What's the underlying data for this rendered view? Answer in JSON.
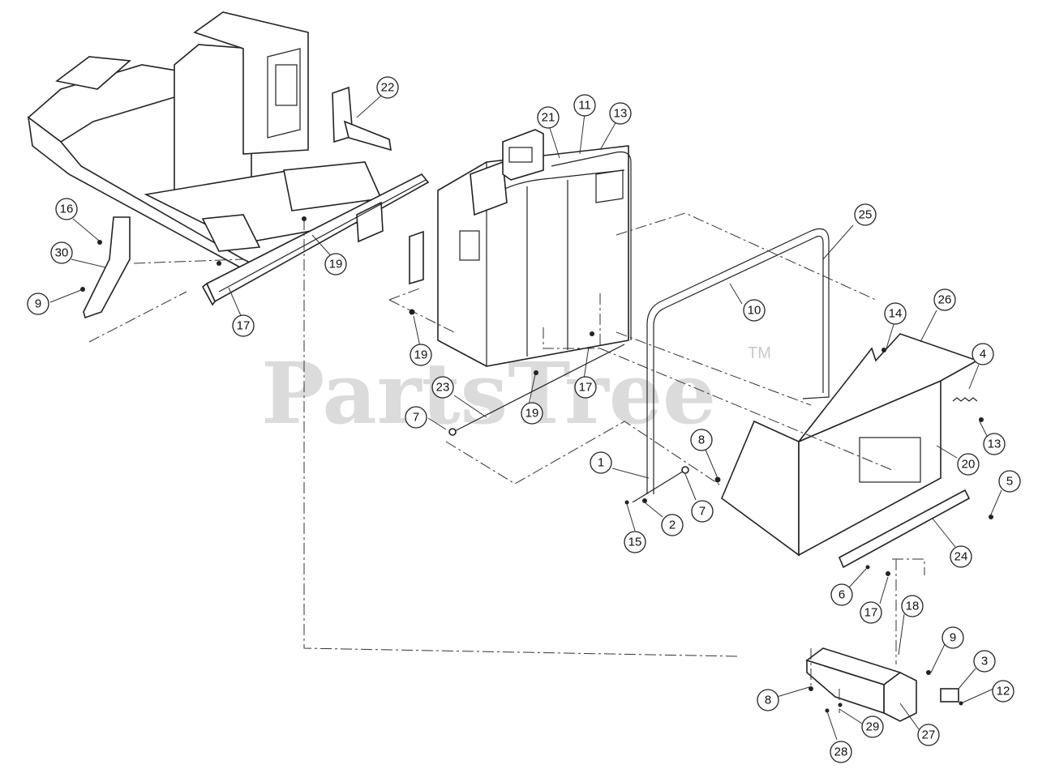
{
  "watermark": {
    "brand": "PartsTree",
    "trademark": "TM"
  },
  "callouts": [
    {
      "id": "22",
      "label": "22"
    },
    {
      "id": "21",
      "label": "21"
    },
    {
      "id": "11",
      "label": "11"
    },
    {
      "id": "13a",
      "label": "13"
    },
    {
      "id": "16",
      "label": "16"
    },
    {
      "id": "30",
      "label": "30"
    },
    {
      "id": "9a",
      "label": "9"
    },
    {
      "id": "17a",
      "label": "17"
    },
    {
      "id": "19a",
      "label": "19"
    },
    {
      "id": "19b",
      "label": "19"
    },
    {
      "id": "25",
      "label": "25"
    },
    {
      "id": "10",
      "label": "10"
    },
    {
      "id": "14",
      "label": "14"
    },
    {
      "id": "26",
      "label": "26"
    },
    {
      "id": "4",
      "label": "4"
    },
    {
      "id": "13b",
      "label": "13"
    },
    {
      "id": "23",
      "label": "23"
    },
    {
      "id": "19c",
      "label": "19"
    },
    {
      "id": "17b",
      "label": "17"
    },
    {
      "id": "7a",
      "label": "7"
    },
    {
      "id": "8a",
      "label": "8"
    },
    {
      "id": "20",
      "label": "20"
    },
    {
      "id": "5",
      "label": "5"
    },
    {
      "id": "1",
      "label": "1"
    },
    {
      "id": "7b",
      "label": "7"
    },
    {
      "id": "2",
      "label": "2"
    },
    {
      "id": "15",
      "label": "15"
    },
    {
      "id": "24",
      "label": "24"
    },
    {
      "id": "6",
      "label": "6"
    },
    {
      "id": "17c",
      "label": "17"
    },
    {
      "id": "18",
      "label": "18"
    },
    {
      "id": "9b",
      "label": "9"
    },
    {
      "id": "3",
      "label": "3"
    },
    {
      "id": "12",
      "label": "12"
    },
    {
      "id": "8b",
      "label": "8"
    },
    {
      "id": "29",
      "label": "29"
    },
    {
      "id": "27",
      "label": "27"
    },
    {
      "id": "28",
      "label": "28"
    }
  ]
}
